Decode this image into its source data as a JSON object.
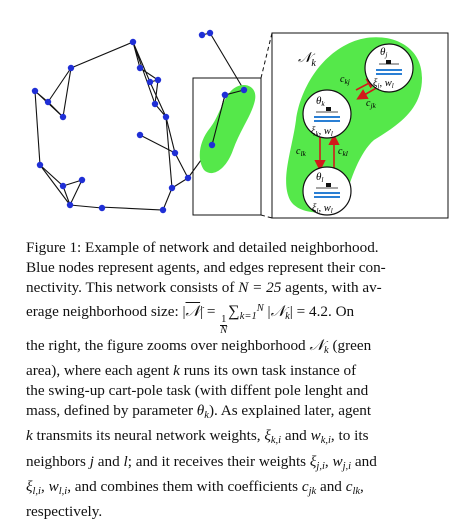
{
  "figure": {
    "neighborhood_label": "𝒩",
    "neighborhood_sub": "k",
    "agent_k": {
      "theta": "θ",
      "theta_sub": "k",
      "xi": "ξ",
      "xi_sub": "k",
      "w": "w",
      "w_sub": "l"
    },
    "agent_j": {
      "theta": "θ",
      "theta_sub": "j",
      "xi": "ξ",
      "xi_sub": "j",
      "w": "w",
      "w_sub": "l"
    },
    "agent_l": {
      "theta": "θ",
      "theta_sub": "l",
      "xi": "ξ",
      "xi_sub": "l",
      "w": "w",
      "w_sub": "l"
    },
    "edge_labels": {
      "ckj": {
        "c": "c",
        "sub": "kj"
      },
      "cjk": {
        "c": "c",
        "sub": "jk"
      },
      "clk": {
        "c": "c",
        "sub": "lk"
      },
      "ckl": {
        "c": "c",
        "sub": "kl"
      }
    },
    "colors": {
      "node": "#1f2fd6",
      "neighborhood": "#55e84a",
      "arrow": "#d21a1a"
    }
  },
  "caption": {
    "l1": "Figure 1: Example of network and detailed neighborhood.",
    "l2": "Blue nodes represent agents, and edges represent their con-",
    "l3": "nectivity. This network consists of",
    "l3_eq": "N = 25",
    "l3b": "agents, with av-",
    "l4a": "erage neighborhood size:",
    "l4_eq": "= 4.2. On",
    "l5": "the right, the figure zooms over neighborhood",
    "l5b": "(green",
    "l6a": "area), where each agent",
    "l6b": "runs its own task instance of",
    "l7": "the swing-up cart-pole task (with diffent pole lenght and",
    "l8a": "mass, defined by parameter",
    "l8b": "). As explained later, agent",
    "l9a": "transmits its neural network weights,",
    "l9b": "and",
    "l9c": ", to its",
    "l10a": "neighbors",
    "l10b": "and",
    "l10c": "; and it receives their weights",
    "l10d": "and",
    "l11a": ", and combines them with coefficients",
    "l11b": "and",
    "l12": "respectively."
  }
}
